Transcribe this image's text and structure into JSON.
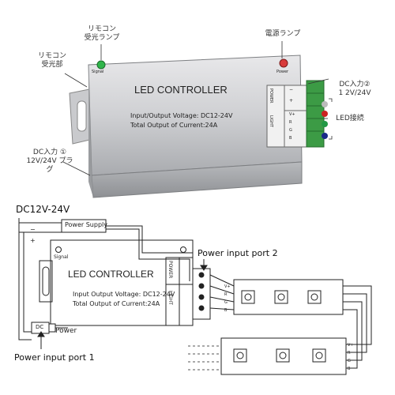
{
  "photo": {
    "callouts": {
      "remote_lamp": "リモコン\n受光ランプ",
      "power_lamp": "電源ランプ",
      "remote_receiver": "リモコン\n受光部",
      "dc_input_2": "DC入力②\n1 2V/24V",
      "led_connection": "LED接続",
      "dc_input_1": "DC入力 ①\n12V/24V プラグ"
    },
    "device": {
      "signal_text": "Signal",
      "power_text": "Power",
      "title": "LED CONTROLLER",
      "spec_line1": "Input/Output Voltage: DC12-24V",
      "spec_line2": "Total Output of Current:24A",
      "terminal_power": "POWER",
      "terminal_light": "LIGHT",
      "terminal_minus": "−",
      "terminal_plus": "+",
      "terminal_vplus": "V+",
      "terminal_r": "R",
      "terminal_g": "G",
      "terminal_b": "B"
    },
    "led_dot_colors": [
      "#bbbbbb",
      "#cc2222",
      "#229944",
      "#1a2a88"
    ]
  },
  "diagram": {
    "dc_label": "DC12V-24V",
    "power_supply": "Power Supply",
    "signal_text": "Signal",
    "title": "LED CONTROLLER",
    "spec_line1": "Input  Output Voltage: DC12-24V",
    "spec_line2": "Total Output of Current:24A",
    "terminal_power": "POWER",
    "terminal_light": "LIGHT",
    "plus_sign": "+",
    "minus_sign": "−",
    "dc_box": "DC",
    "power_text": "Power",
    "port1_label": "Power input port 1",
    "port2_label": "Power input port 2",
    "strip_pins": [
      "V+",
      "R",
      "G",
      "B"
    ]
  }
}
